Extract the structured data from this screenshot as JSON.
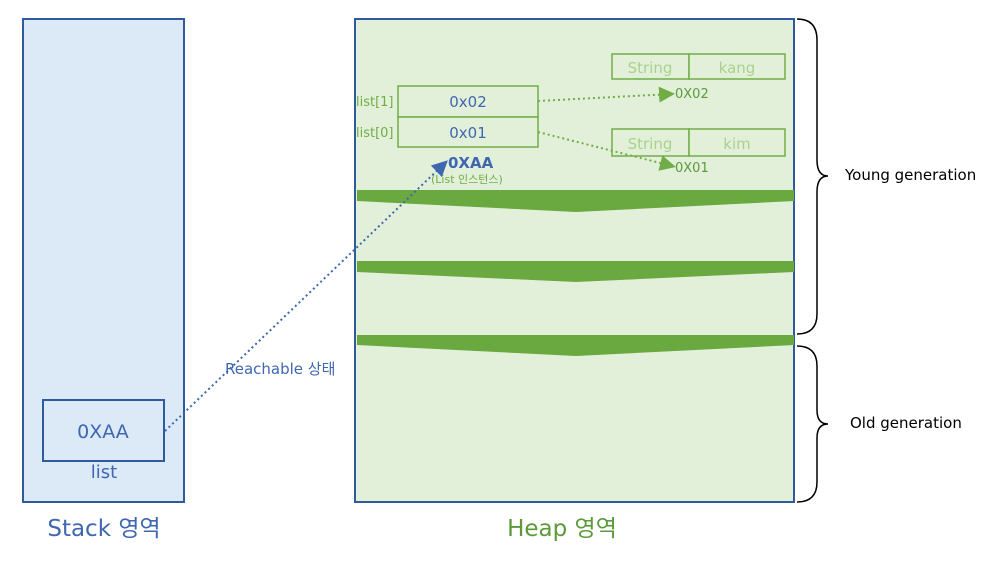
{
  "stack": {
    "title": "Stack 영역",
    "variable_value": "0XAA",
    "variable_name": "list"
  },
  "heap": {
    "title": "Heap 영역",
    "list_instance": {
      "address": "0XAA",
      "caption": "(List 인스턴스)",
      "slots": [
        {
          "index_label": "list[1]",
          "value": "0x02"
        },
        {
          "index_label": "list[0]",
          "value": "0x01"
        }
      ]
    },
    "objects": [
      {
        "type": "String",
        "value": "kang",
        "address": "0X02"
      },
      {
        "type": "String",
        "value": "kim",
        "address": "0X01"
      }
    ]
  },
  "reference_label": "Reachable 상태",
  "generations": {
    "young": "Young generation",
    "old": "Old generation"
  },
  "colors": {
    "stack_fill": "#dce9f7",
    "stack_border": "#2f5a9b",
    "heap_fill": "#e3f0d9",
    "heap_border": "#2f5a9b",
    "green": "#70ad47",
    "green_text": "#5b9a3a",
    "blue_text": "#3e67b0",
    "light_green_text": "#a9d18e",
    "divider": "#6aa93f"
  }
}
